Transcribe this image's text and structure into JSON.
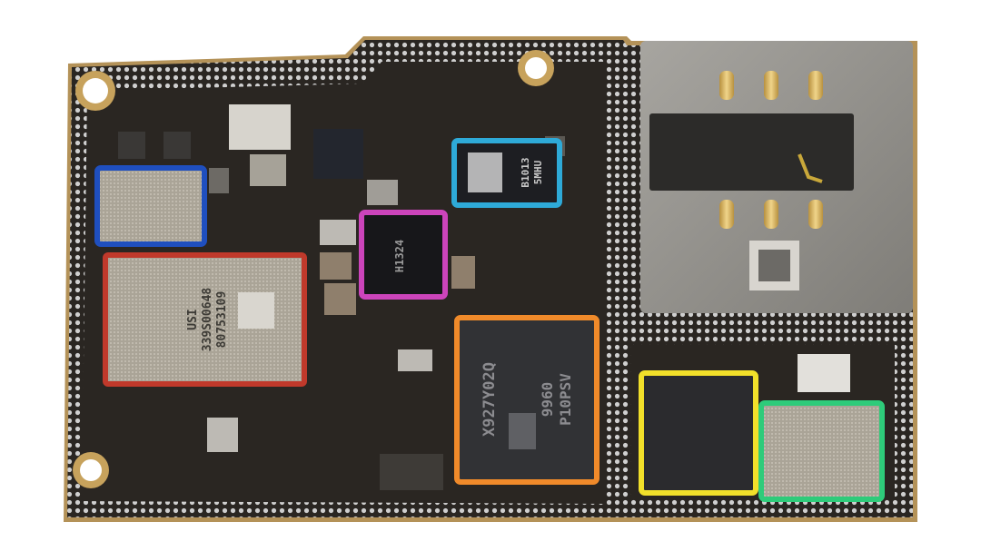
{
  "board": {
    "colors": {
      "background": "#ffffff",
      "pcb": "#2a2622",
      "pcb_edge": "#b49258",
      "via": "#cfcfcf",
      "shield": "#9d9a94",
      "sim_tray": "#8f8d88"
    }
  },
  "chips": [
    {
      "key": "usi_module",
      "highlight": "#c0392b",
      "lines": [
        "USI",
        "339S00648",
        "80753109"
      ]
    },
    {
      "key": "mesh_module",
      "highlight": "#1f4fbf",
      "lines": []
    },
    {
      "key": "blue_chip",
      "highlight": "#2eaad8",
      "lines": [
        "B1013",
        "5MHU"
      ]
    },
    {
      "key": "pink_chip",
      "highlight": "#cc44bb",
      "lines": [
        "H1324"
      ]
    },
    {
      "key": "orange_chip",
      "highlight": "#f08a2a",
      "lines": [
        "X927Y02Q",
        "9960",
        "P10PSV"
      ]
    },
    {
      "key": "yellow_chip",
      "highlight": "#f2e02a",
      "lines": []
    },
    {
      "key": "green_chip",
      "highlight": "#2ecb7a",
      "lines": []
    }
  ]
}
